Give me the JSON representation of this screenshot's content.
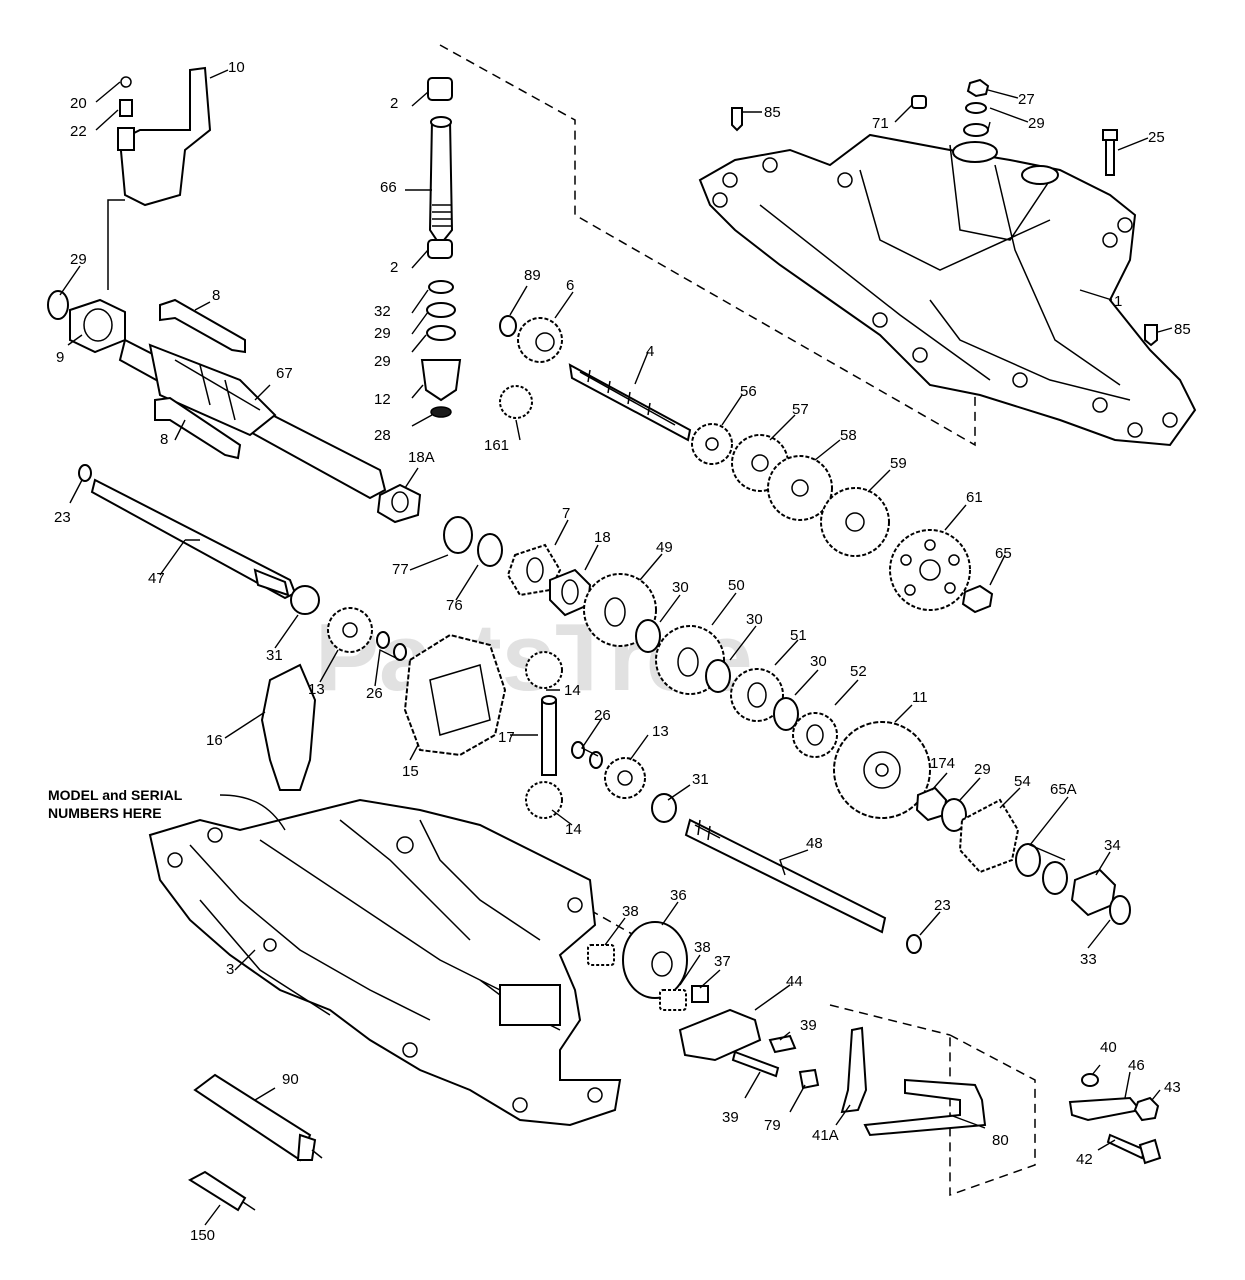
{
  "watermark": "PartsTree",
  "note": {
    "line1": "MODEL and SERIAL",
    "line2": "NUMBERS HERE"
  },
  "callouts": {
    "c20": "20",
    "c22": "22",
    "c10": "10",
    "c29a": "29",
    "c9": "9",
    "c8a": "8",
    "c8b": "8",
    "c67": "67",
    "c23a": "23",
    "c47": "47",
    "c18A": "18A",
    "c2a": "2",
    "c66": "66",
    "c2b": "2",
    "c32": "32",
    "c29b": "29",
    "c29c": "29",
    "c12": "12",
    "c28": "28",
    "c89": "89",
    "c6": "6",
    "c4": "4",
    "c161": "161",
    "c56": "56",
    "c57": "57",
    "c58": "58",
    "c59": "59",
    "c61": "61",
    "c65": "65",
    "c85a": "85",
    "c71": "71",
    "c27": "27",
    "c29d": "29",
    "c25": "25",
    "c1": "1",
    "c85b": "85",
    "c7": "7",
    "c18": "18",
    "c49": "49",
    "c30a": "30",
    "c50": "50",
    "c30b": "30",
    "c51": "51",
    "c30c": "30",
    "c52": "52",
    "c77": "77",
    "c76": "76",
    "c31a": "31",
    "c13a": "13",
    "c26a": "26",
    "c16": "16",
    "c15": "15",
    "c14a": "14",
    "c17": "17",
    "c26b": "26",
    "c13b": "13",
    "c31b": "31",
    "c14b": "14",
    "c11": "11",
    "c174": "174",
    "c29e": "29",
    "c54": "54",
    "c65A": "65A",
    "c34": "34",
    "c48": "48",
    "c23b": "23",
    "c33": "33",
    "c3": "3",
    "c38a": "38",
    "c36": "36",
    "c38b": "38",
    "c37": "37",
    "c44": "44",
    "c39a": "39",
    "c39b": "39",
    "c79": "79",
    "c41A": "41A",
    "c80": "80",
    "c40": "40",
    "c46": "46",
    "c43": "43",
    "c42": "42",
    "c90": "90",
    "c150": "150"
  }
}
